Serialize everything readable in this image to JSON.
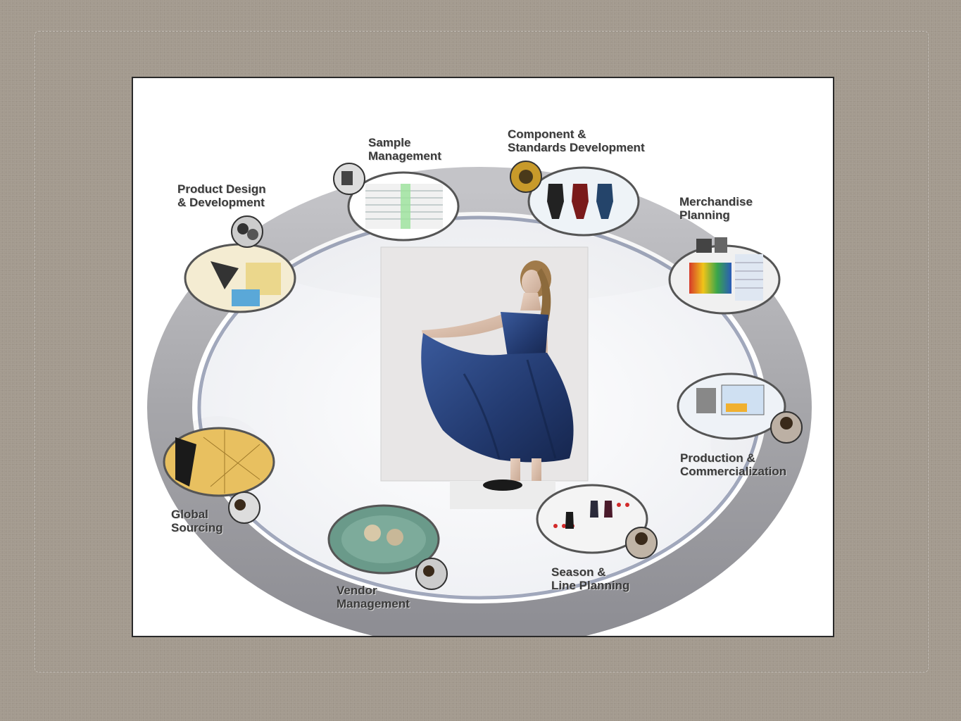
{
  "diagram": {
    "stages": [
      {
        "id": "sample-management",
        "lines": [
          "Sample",
          "Management"
        ]
      },
      {
        "id": "component-standards",
        "lines": [
          "Component &",
          "Standards Development"
        ]
      },
      {
        "id": "product-design",
        "lines": [
          "Product Design",
          "& Development"
        ]
      },
      {
        "id": "merchandise-planning",
        "lines": [
          "Merchandise",
          "Planning"
        ]
      },
      {
        "id": "production-commercialization",
        "lines": [
          "Production &",
          "Commercialization"
        ]
      },
      {
        "id": "global-sourcing",
        "lines": [
          "Global",
          "Sourcing"
        ]
      },
      {
        "id": "season-line-planning",
        "lines": [
          "Season &",
          "Line Planning"
        ]
      },
      {
        "id": "vendor-management",
        "lines": [
          "Vendor",
          "Management"
        ]
      }
    ],
    "colors": {
      "ring": "#a8a8ac",
      "ring_shadow": "#2f3f6a",
      "dress": "#24407a",
      "label": "#3a3a3a",
      "backdrop": "#a39a8e"
    }
  }
}
